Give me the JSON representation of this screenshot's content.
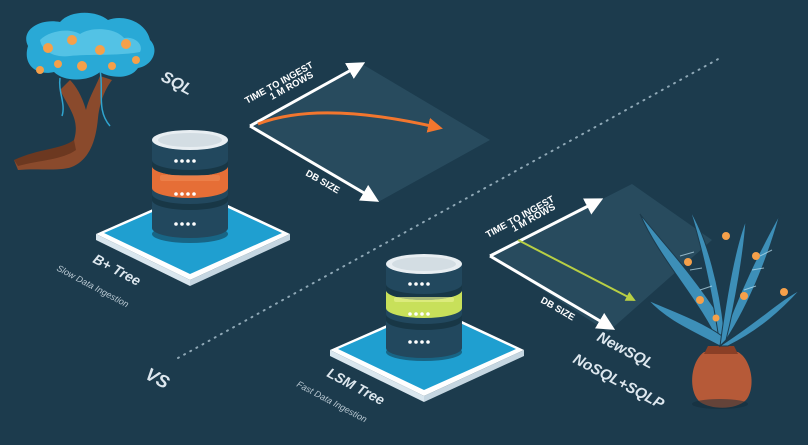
{
  "top_section": {
    "section_label": "SQL",
    "chart": {
      "y_axis_label_line1": "TIME TO INGEST",
      "y_axis_label_line2": "1 M ROWS",
      "x_axis_label": "DB SIZE",
      "trend_color": "#f2762e"
    },
    "platform_title": "B+ Tree",
    "platform_subtitle": "Slow Data Ingestion",
    "db_band_color": "#e66e36"
  },
  "separator_label": "VS",
  "bottom_section": {
    "section_label_line1": "NewSQL",
    "section_label_line2": "NoSQL+SQLP",
    "chart": {
      "y_axis_label_line1": "TIME TO INGEST",
      "y_axis_label_line2": "1 M ROWS",
      "x_axis_label": "DB SIZE",
      "trend_color": "#b8cf44"
    },
    "platform_title": "LSM Tree",
    "platform_subtitle": "Fast Data Ingestion",
    "db_band_color": "#c8e05a"
  },
  "colors": {
    "background": "#1c3b4d",
    "platform_top": "#1f9fd0",
    "cylinder_body": "#22485e",
    "tree_foliage": "#29a9d6",
    "tree_trunk": "#8a4a2c",
    "flowers": "#f5a04a"
  }
}
